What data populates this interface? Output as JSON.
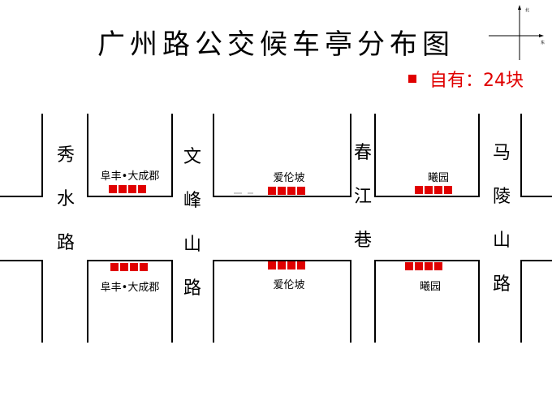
{
  "title": "广州路公交候车亭分布图",
  "legend": {
    "label": "自有：24块",
    "color": "#e00000"
  },
  "compass": {
    "north": "北",
    "east": "东"
  },
  "roads": [
    {
      "id": "xiushui",
      "chars": [
        "秀",
        "水",
        "路"
      ]
    },
    {
      "id": "wenfengshan",
      "chars": [
        "文",
        "峰",
        "山",
        "路"
      ]
    },
    {
      "id": "chunjiang",
      "chars": [
        "春",
        "江",
        "巷"
      ]
    },
    {
      "id": "malingshan",
      "chars": [
        "马",
        "陵",
        "山",
        "路"
      ]
    }
  ],
  "areas": {
    "north": [
      {
        "name": "阜丰•大成郡",
        "stops": 4
      },
      {
        "name": "爱伦坡",
        "stops": 4
      },
      {
        "name": "曦园",
        "stops": 4
      }
    ],
    "south": [
      {
        "name": "阜丰•大成郡",
        "stops": 4
      },
      {
        "name": "爱伦坡",
        "stops": 4
      },
      {
        "name": "曦园",
        "stops": 4
      }
    ]
  }
}
